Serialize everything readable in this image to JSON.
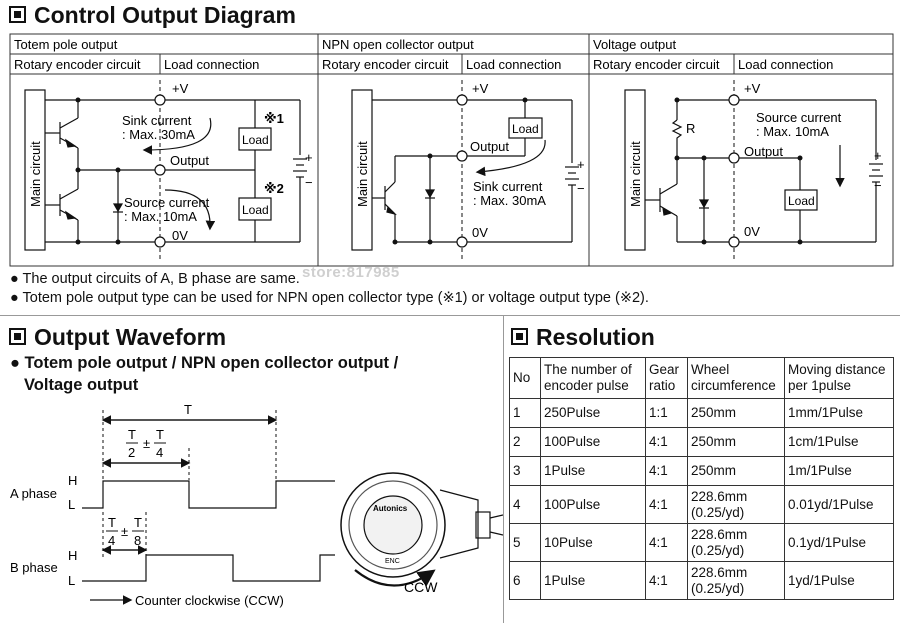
{
  "control": {
    "title": "Control Output Diagram",
    "headers": [
      "Totem pole output",
      "NPN open collector output",
      "Voltage output"
    ],
    "subheaders": [
      "Rotary encoder circuit",
      "Load connection"
    ],
    "main_circuit": "Main circuit",
    "plus_v": "+V",
    "zero_v": "0V",
    "output": "Output",
    "load": "Load",
    "r_label": "R",
    "mark1": "※1",
    "mark2": "※2",
    "plus": "+",
    "minus": "−",
    "totem_sink_1": "Sink current",
    "totem_sink_2": ": Max. 30mA",
    "totem_source_1": "Source current",
    "totem_source_2": ": Max. 10mA",
    "npn_sink_1": "Sink current",
    "npn_sink_2": ": Max. 30mA",
    "volt_source_1": "Source current",
    "volt_source_2": ": Max. 10mA"
  },
  "notes": [
    "● The output circuits of A, B phase are same.",
    "● Totem pole output type can be used for NPN open collector type (※1) or voltage output type (※2)."
  ],
  "watermark": "store:817985",
  "waveform": {
    "title": "Output Waveform",
    "subtitle_1": "● Totem pole output / NPN open collector output /",
    "subtitle_2": "Voltage output",
    "T": "T",
    "frac_a": {
      "num1": "T",
      "den1": "2",
      "pm": "±",
      "num2": "T",
      "den2": "4"
    },
    "frac_b": {
      "num1": "T",
      "den1": "4",
      "pm": "±",
      "num2": "T",
      "den2": "8"
    },
    "a_phase": "A phase",
    "b_phase": "B phase",
    "H": "H",
    "L": "L",
    "ccw_note": "Counter clockwise (CCW)",
    "brand": "Autonics",
    "enc": "ENC",
    "ccw": "CCW"
  },
  "resolution": {
    "title": "Resolution",
    "columns": [
      "No",
      "The number of encoder pulse",
      "Gear ratio",
      "Wheel circumference",
      "Moving distance per 1pulse"
    ],
    "rows": [
      [
        "1",
        "250Pulse",
        "1:1",
        "250mm",
        "1mm/1Pulse"
      ],
      [
        "2",
        "100Pulse",
        "4:1",
        "250mm",
        "1cm/1Pulse"
      ],
      [
        "3",
        "1Pulse",
        "4:1",
        "250mm",
        "1m/1Pulse"
      ],
      [
        "4",
        "100Pulse",
        "4:1",
        "228.6mm (0.25/yd)",
        "0.01yd/1Pulse"
      ],
      [
        "5",
        "10Pulse",
        "4:1",
        "228.6mm (0.25/yd)",
        "0.1yd/1Pulse"
      ],
      [
        "6",
        "1Pulse",
        "4:1",
        "228.6mm (0.25/yd)",
        "1yd/1Pulse"
      ]
    ]
  }
}
